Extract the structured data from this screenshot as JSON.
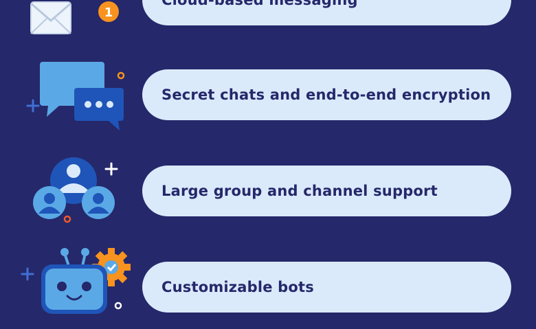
{
  "features": [
    {
      "label": "Cloud-based messaging",
      "icon": "envelope-notification-icon",
      "badge": "1"
    },
    {
      "label": "Secret chats and end-to-end encryption",
      "icon": "chat-bubbles-icon"
    },
    {
      "label": "Large group and channel support",
      "icon": "group-users-icon"
    },
    {
      "label": "Customizable bots",
      "icon": "robot-gear-icon"
    }
  ],
  "colors": {
    "background": "#25286a",
    "pill": "#dbeafb",
    "text": "#25286a",
    "accent_blue": "#5aa9e6",
    "dark_blue": "#1f55b8",
    "orange": "#f7931e"
  }
}
